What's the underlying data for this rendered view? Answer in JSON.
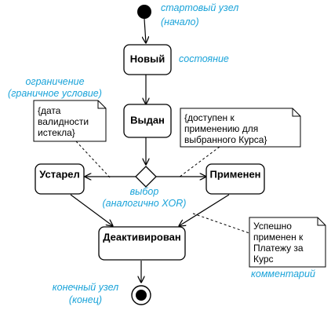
{
  "colors": {
    "annotation": "#1aa3d9",
    "line": "#000000",
    "fill": "#ffffff"
  },
  "states": {
    "novy": "Новый",
    "vydan": "Выдан",
    "ustarel": "Устарел",
    "primenen": "Применен",
    "deaktivirovan": "Деактивирован"
  },
  "notes": {
    "constraint": [
      "{дата",
      "валидности",
      "истекла}"
    ],
    "guard": [
      "{доступен к",
      "применению для",
      "выбранного Курса}"
    ],
    "comment": [
      "Успешно",
      "применен к",
      "Платежу за",
      "Курс"
    ]
  },
  "annotations": {
    "start_node": [
      "стартовый узел",
      "(начало)"
    ],
    "state": "состояние",
    "constraint": [
      "ограничение",
      "(граничное условие)"
    ],
    "choice": [
      "выбор",
      "(аналогично XOR)"
    ],
    "comment": "комментарий",
    "end_node": [
      "конечный узел",
      "(конец)"
    ]
  }
}
